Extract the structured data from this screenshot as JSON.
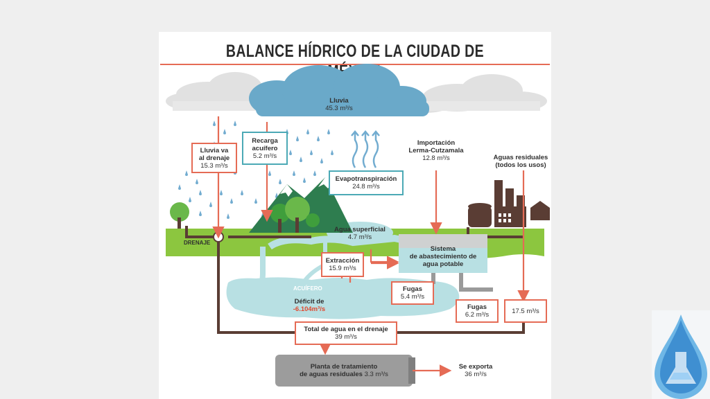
{
  "title": "BALANCE HÍDRICO DE LA CIUDAD DE MÉXICO",
  "lluvia": {
    "label": "Lluvia",
    "value": "45.3 m³/s"
  },
  "lluvia_drenaje": {
    "label1": "Lluvia va",
    "label2": "al drenaje",
    "value": "15.3 m³/s"
  },
  "recarga": {
    "label1": "Recarga",
    "label2": "acuífero",
    "value": "5.2 m³/s"
  },
  "evapo": {
    "label": "Evapotranspiración",
    "value": "24.8 m³/s"
  },
  "importacion": {
    "label1": "Importación",
    "label2": "Lerma-Cutzamala",
    "value": "12.8 m³/s"
  },
  "aguas_residuales": {
    "label1": "Aguas residuales",
    "label2": "(todos los usos)"
  },
  "drenaje_label": "DRENAJE",
  "agua_superficial": {
    "label": "Agua superficial",
    "value": "4.7 m³/s"
  },
  "sistema": {
    "label1": "Sistema",
    "label2": "de abastecimiento de",
    "label3": "agua potable"
  },
  "extraccion": {
    "label": "Extracción",
    "value": "15.9 m³/s"
  },
  "acuifero_label": "ACUÍFERO",
  "deficit": {
    "label": "Déficit de",
    "value": "-6.104m³/s"
  },
  "fugas1": {
    "label": "Fugas",
    "value": "5.4 m³/s"
  },
  "fugas2": {
    "label": "Fugas",
    "value": "6.2 m³/s"
  },
  "residuales_value": "17.5 m³/s",
  "total_drenaje": {
    "label": "Total de agua en el drenaje",
    "value": "39 m³/s"
  },
  "planta": {
    "label1": "Planta de tratamiento",
    "label2": "de aguas residuales",
    "value": "3.3 m³/s"
  },
  "exporta": {
    "label": "Se exporta",
    "value": "36 m³/s"
  },
  "colors": {
    "accent": "#e56b55",
    "teal": "#4ba9b5",
    "cloud_blue": "#6aa9c9",
    "grass": "#8cc63f",
    "drain": "#5a3d34"
  }
}
